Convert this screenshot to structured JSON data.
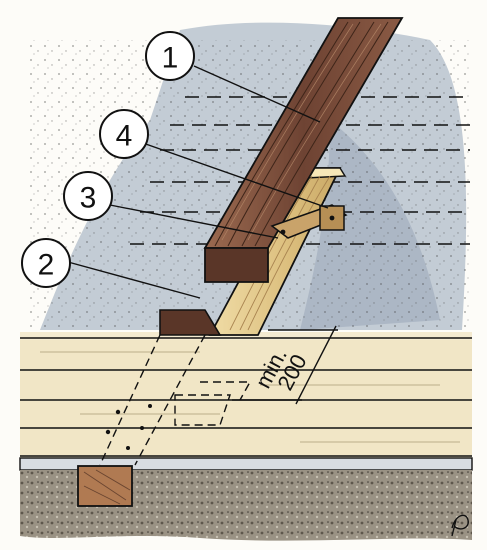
{
  "callouts": [
    "1",
    "2",
    "3",
    "4"
  ],
  "dimension": {
    "prefix": "min.",
    "value": "200"
  },
  "signature": "P",
  "colors": {
    "background_wash": "#b9c3cf",
    "rafter_brown": "#7a4e3a",
    "new_timber": "#e6cf92",
    "board_light": "#f4ead0",
    "gravel": "#8e8678",
    "ink": "#111111"
  }
}
